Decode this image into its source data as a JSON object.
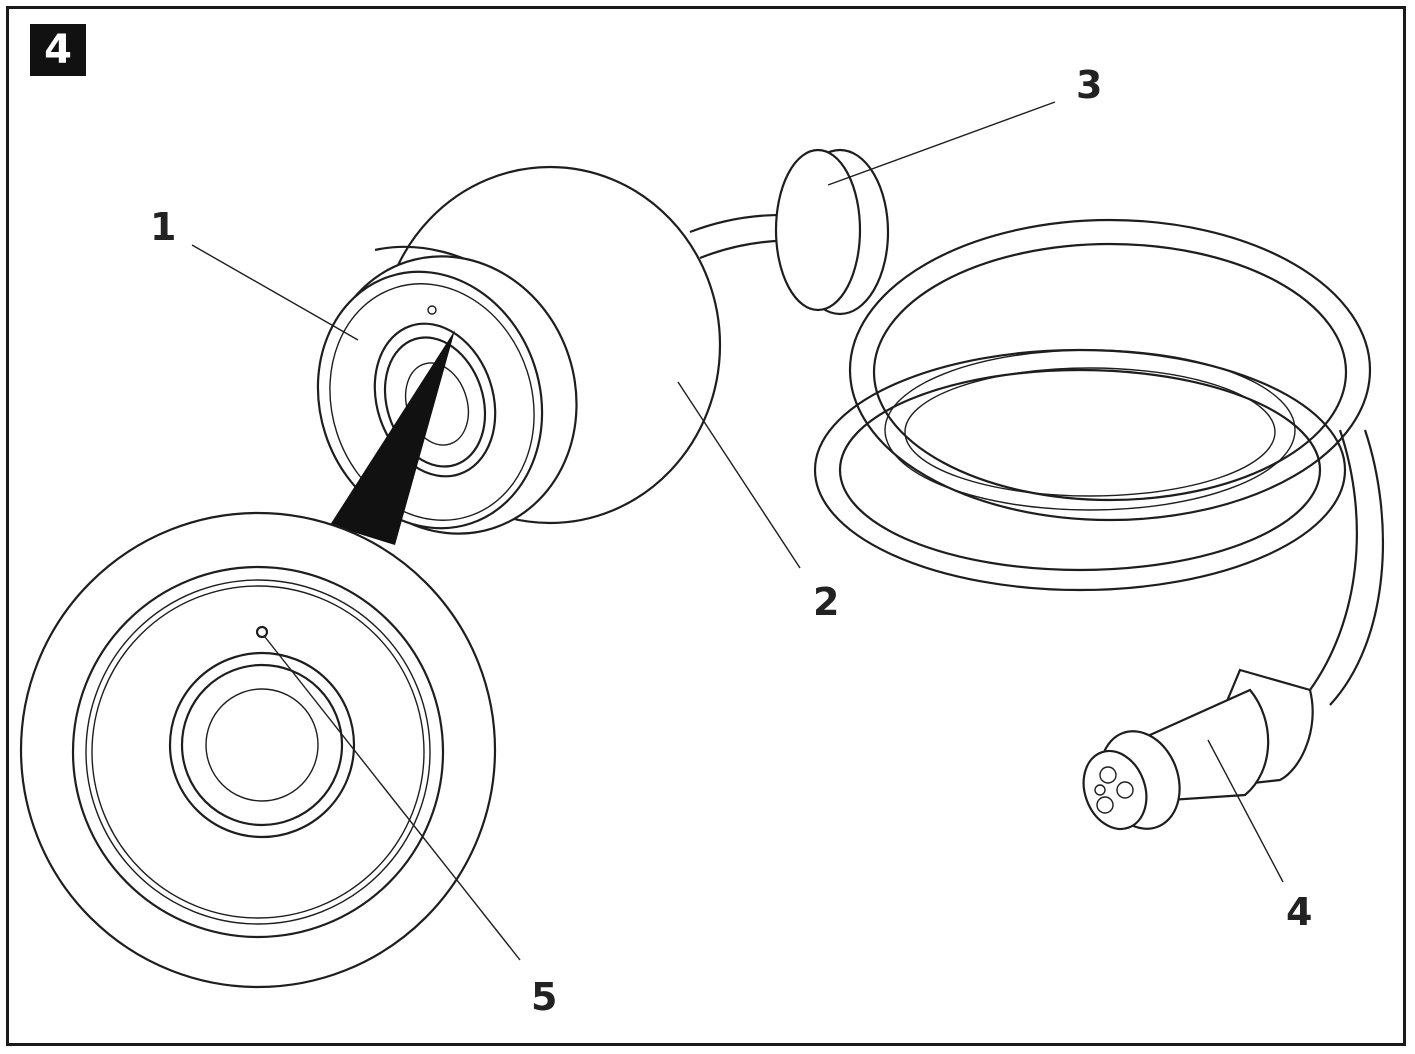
{
  "figure": {
    "number": "4"
  },
  "callouts": [
    {
      "id": "1",
      "label": "1"
    },
    {
      "id": "2",
      "label": "2"
    },
    {
      "id": "3",
      "label": "3"
    },
    {
      "id": "4",
      "label": "4"
    },
    {
      "id": "5",
      "label": "5"
    }
  ],
  "colors": {
    "line": "#1e1e1e",
    "badge": "#111111",
    "background": "#ffffff"
  }
}
